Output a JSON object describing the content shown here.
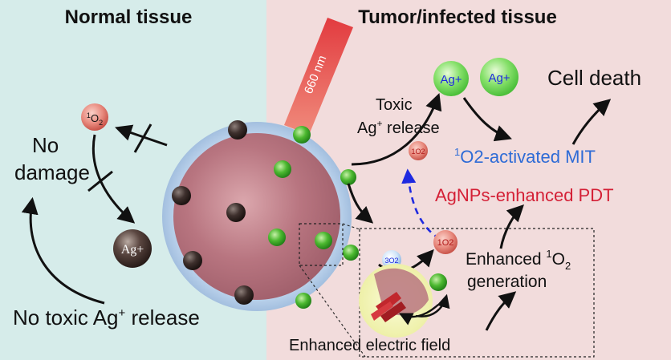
{
  "panels": {
    "left_title": "Normal tissue",
    "right_title": "Tumor/infected tissue"
  },
  "laser": {
    "label": "660 nm"
  },
  "left": {
    "singlet_oxygen_label": "1O2",
    "no_damage_line1": "No",
    "no_damage_line2": "damage",
    "ag_ion_label": "Ag+",
    "no_release_text": "No toxic Ag",
    "no_release_sup": "+",
    "no_release_tail": " release"
  },
  "right": {
    "toxic_line1": "Toxic",
    "toxic_line2_a": "Ag",
    "toxic_line2_sup": "+",
    "toxic_line2_b": " release",
    "ag_ion_1": "Ag+",
    "ag_ion_2": "Ag+",
    "cell_death": "Cell death",
    "mit_sup": "1",
    "mit_text": "O2-activated MIT",
    "pdt_text": "AgNPs-enhanced PDT",
    "singlet_small": "1O2",
    "triplet_small": "3O2",
    "singlet_o2": "1O2",
    "enhanced_line1": "Enhanced ",
    "enhanced_sup": "1",
    "enhanced_o": "O",
    "enhanced_sub": "2",
    "enhanced_line2": "generation",
    "electric_field": "Enhanced electric field"
  },
  "colors": {
    "left_bg": "#d6ecea",
    "right_bg": "#f2dcdc",
    "mit_color": "#2e6bd6",
    "pdt_color": "#d42036",
    "laser_red": "#d8323a",
    "agnp_green": "#4cb830",
    "ag_ion_green": "#86e06a",
    "dashed_arrow": "#1f2ae0"
  }
}
